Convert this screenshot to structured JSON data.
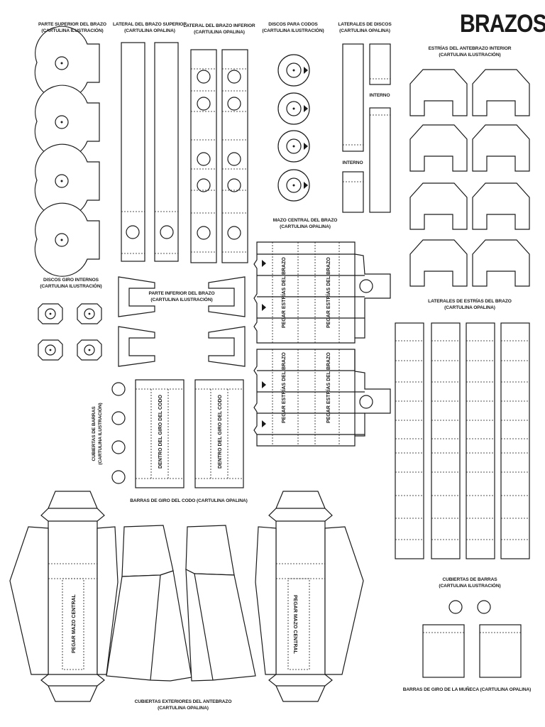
{
  "title": "BRAZOS",
  "labels": {
    "parte_superior": [
      "PARTE SUPERIOR DEL BRAZO",
      "(CARTULINA ILUSTRACIÓN)"
    ],
    "lateral_superior": [
      "LATERAL DEL BRAZO SUPERIOR",
      "(CARTULINA OPALINA)"
    ],
    "lateral_inferior": [
      "LATERAL DEL BRAZO INFERIOR",
      "(CARTULINA OPALINA)"
    ],
    "discos_codos": [
      "DISCOS PARA CODOS",
      "(CARTULINA ILUSTRACIÓN)"
    ],
    "laterales_discos": [
      "LATERALES DE DISCOS",
      "(CARTULINA OPALINA)"
    ],
    "estrias_antebrazo": [
      "ESTRÍAS DEL ANTEBRAZO INTERIOR",
      "(CARTULINA ILUSTRACIÓN)"
    ],
    "interno_1": "INTERNO",
    "interno_2": "INTERNO",
    "mazo_central": [
      "MAZO CENTRAL DEL BRAZO",
      "(CARTULINA OPALINA)"
    ],
    "discos_giro": [
      "DISCOS GIRO INTERNOS",
      "(CARTULINA ILUSTRACIÓN)"
    ],
    "parte_inferior": [
      "PARTE INFERIOR DEL BRAZO",
      "(CARTULINA ILUSTRACIÓN)"
    ],
    "laterales_estrias": [
      "LATERALES DE ESTRÍAS DEL BRAZO",
      "(CARTULINA OPALINA)"
    ],
    "cubiertas_barras_v": [
      "CUBIERTAS DE BARRAS",
      "(CARTULINA ILUSTRACIÓN)"
    ],
    "barras_codo": "BARRAS DE GIRO DEL CODO (CARTULINA OPALINA)",
    "cubiertas_barras": [
      "CUBIERTAS DE BARRAS",
      "(CARTULINA ILUSTRACIÓN)"
    ],
    "barras_muneca": "BARRAS DE GIRO DE LA MUÑECA (CARTULINA OPALINA)",
    "cubiertas_exteriores": [
      "CUBIERTAS EXTERIORES DEL ANTEBRAZO",
      "(CARTULINA OPALINA)"
    ]
  },
  "inner_texts": {
    "pegar_estrias": "PEGAR ESTRÍAS DEL BRAZO",
    "dentro_giro": "DENTRO DEL GIRO DEL CODO",
    "pegar_mazo": "PEGAR MAZO CENTRAL"
  },
  "colors": {
    "ink": "#1a1a1a",
    "paper": "#ffffff"
  }
}
